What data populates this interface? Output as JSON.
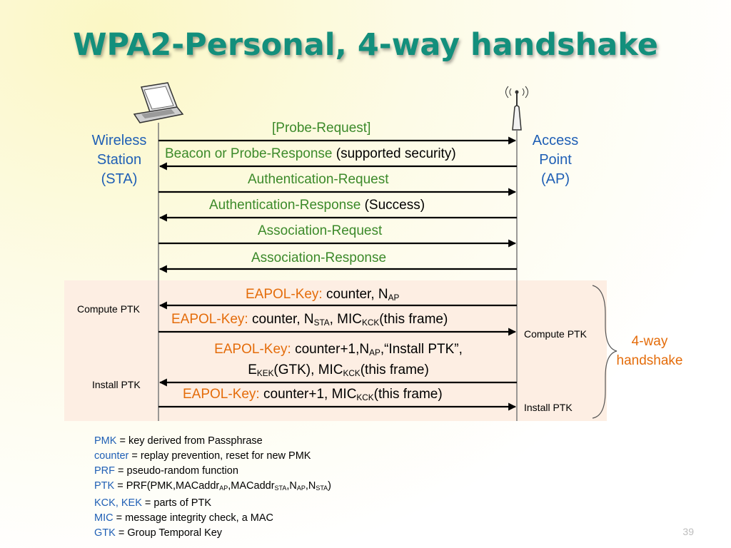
{
  "title": "WPA2-Personal, 4-way handshake",
  "sta_label": [
    "Wireless",
    "Station",
    "(STA)"
  ],
  "ap_label": [
    "Access",
    "Point",
    "(AP)"
  ],
  "messages": {
    "m1": "[Probe-Request]",
    "m2_green": "Beacon or Probe-Response",
    "m2_black": "(supported security)",
    "m3": "Authentication-Request",
    "m4_green": "Authentication-Response",
    "m4_black": "(Success)",
    "m5": "Association-Request",
    "m6": "Association-Response"
  },
  "eapol": {
    "prefix": "EAPOL-Key:",
    "e1": {
      "text": "counter, N",
      "sub": "AP"
    },
    "e2": {
      "a": "counter, N",
      "sub1": "STA",
      "b": ", MIC",
      "sub2": "KCK",
      "c": "(this frame)"
    },
    "e3": {
      "a": "counter+1,N",
      "sub1": "AP",
      "b": ",“Install PTK”,",
      "c": "E",
      "sub2": "KEK",
      "d": "(GTK), MIC",
      "sub3": "KCK",
      "e": "(this frame)"
    },
    "e4": {
      "a": "counter+1, MIC",
      "sub": "KCK",
      "b": "(this frame)"
    }
  },
  "side_notes": {
    "sta_compute": "Compute PTK",
    "sta_install": "Install PTK",
    "ap_compute": "Compute PTK",
    "ap_install": "Install PTK"
  },
  "handshake_label": [
    "4-way",
    "handshake"
  ],
  "legend": {
    "pmk": {
      "k": "PMK",
      "v": " = key derived from Passphrase"
    },
    "counter": {
      "k": "counter",
      "v": " = replay prevention, reset for new PMK"
    },
    "prf": {
      "k": "PRF",
      "v": " = pseudo-random function"
    },
    "ptk": {
      "k": "PTK",
      "v1": " = PRF(PMK,MACaddr",
      "s1": "AP",
      "v2": ",MACaddr",
      "s2": "STA",
      "v3": ",N",
      "s3": "AP",
      "v4": ",N",
      "s4": "STA",
      "v5": ")"
    },
    "kck": {
      "k": "KCK, KEK",
      "v": " = parts of PTK"
    },
    "mic": {
      "k": "MIC",
      "v": " = message integrity check, a MAC"
    },
    "gtk": {
      "k": "GTK",
      "v": " = Group Temporal Key"
    }
  },
  "page_number": "39",
  "colors": {
    "title": "#138f7c",
    "entity": "#1f5fb5",
    "message": "#3c8a2a",
    "eapol": "#e46c0a",
    "band": "#fdeee3"
  }
}
